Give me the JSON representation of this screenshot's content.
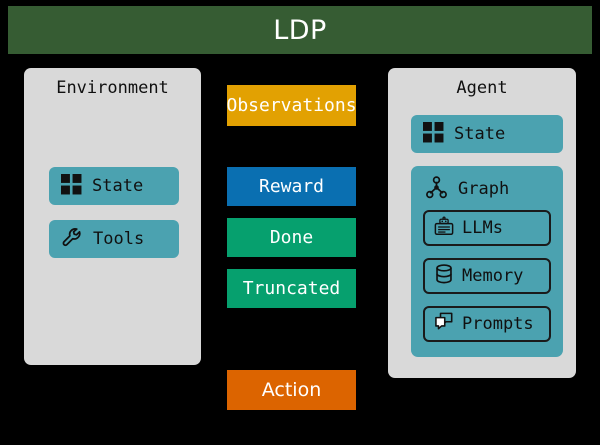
{
  "header": {
    "title": "LDP",
    "bg_color": "#365C33",
    "text_color": "#FFFFFF"
  },
  "palette": {
    "background": "#000000",
    "panel": "#D9D9D9",
    "teal": "#4BA2B0",
    "amber": "#E2A102",
    "blue": "#0A6FB1",
    "green": "#06A06E",
    "orange": "#DC6400",
    "dark_green": "#365C33"
  },
  "environment_panel": {
    "title": "Environment",
    "items": [
      {
        "label": "State",
        "icon": "grid-icon"
      },
      {
        "label": "Tools",
        "icon": "wrench-icon"
      }
    ]
  },
  "agent_panel": {
    "title": "Agent",
    "items": [
      {
        "label": "State",
        "icon": "grid-icon"
      }
    ],
    "graph_group": {
      "label": "Graph",
      "icon": "node-graph-icon",
      "items": [
        {
          "label": "LLMs",
          "icon": "robot-card-icon"
        },
        {
          "label": "Memory",
          "icon": "database-icon"
        },
        {
          "label": "Prompts",
          "icon": "speech-bubble-icon"
        }
      ]
    }
  },
  "flow": {
    "env_to_agent": [
      {
        "label": "Observations",
        "color": "#E2A102"
      },
      {
        "label": "Reward",
        "color": "#0A6FB1"
      },
      {
        "label": "Done",
        "color": "#06A06E"
      },
      {
        "label": "Truncated",
        "color": "#06A06E"
      }
    ],
    "agent_to_env": [
      {
        "label": "Action",
        "color": "#DC6400"
      }
    ]
  }
}
